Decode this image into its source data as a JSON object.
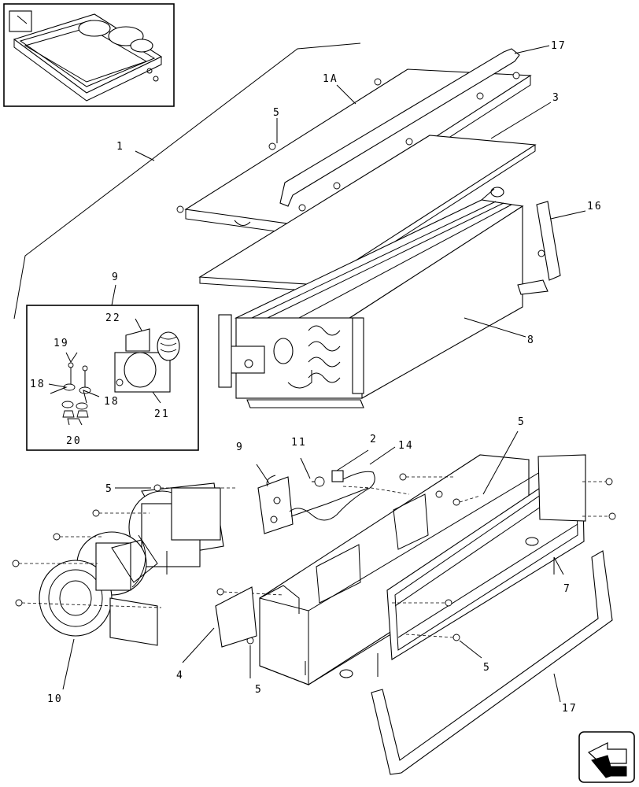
{
  "callouts": {
    "c17a": "17",
    "c1a": "1A",
    "c3": "3",
    "c5a": "5",
    "c1": "1",
    "c16": "16",
    "c9a": "9",
    "c22": "22",
    "c19": "19",
    "c18a": "18",
    "c18b": "18",
    "c21": "21",
    "c20": "20",
    "c8": "8",
    "c9b": "9",
    "c11": "11",
    "c2": "2",
    "c14": "14",
    "c5b": "5",
    "c5c": "5",
    "c7": "7",
    "c4": "4",
    "c5d": "5",
    "c5e": "5",
    "c10": "10",
    "c17b": "17"
  },
  "icons": {
    "inset": "assembled-unit-thumbnail",
    "nav": "next-page-arrow-icon"
  }
}
